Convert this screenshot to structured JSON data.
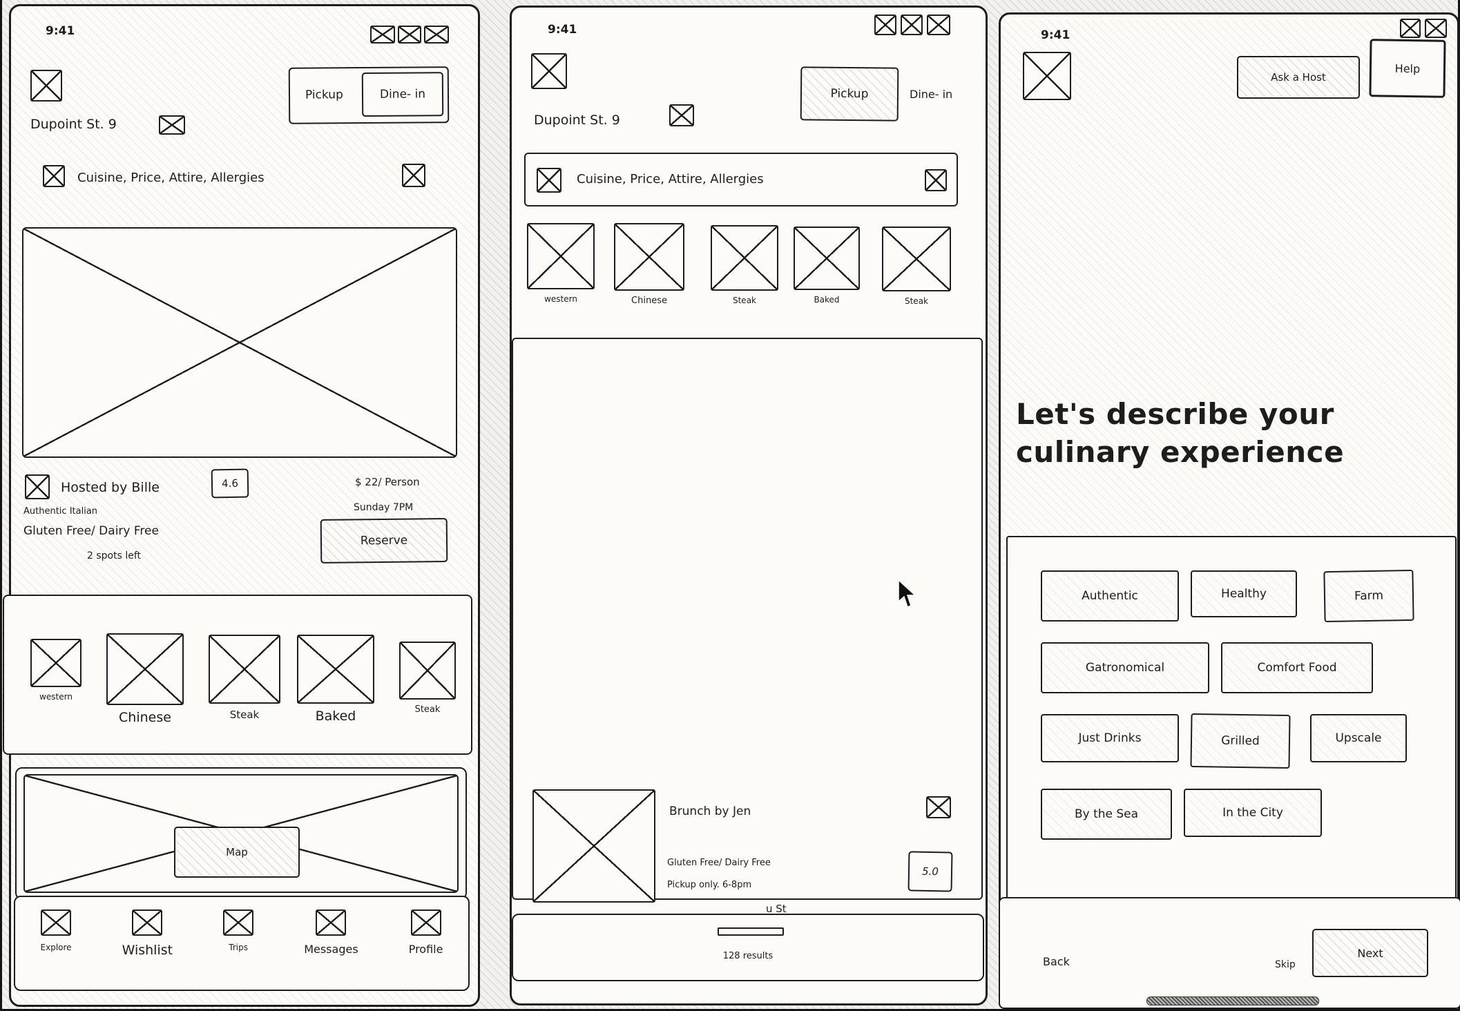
{
  "colors": {
    "ink": "#1d1d1d",
    "paper": "#fcfbf7"
  },
  "screen1": {
    "status_time": "9:41",
    "location": "Dupoint St. 9",
    "toggle_pickup": "Pickup",
    "toggle_dinein": "Dine- in",
    "search_placeholder": "Cuisine, Price, Attire, Allergies",
    "listing": {
      "host": "Hosted by Bille",
      "rating": "4.6",
      "price": "$ 22/ Person",
      "cuisine": "Authentic Italian",
      "schedule": "Sunday 7PM",
      "dietary": "Gluten Free/ Dairy Free",
      "availability": "2 spots left",
      "reserve": "Reserve"
    },
    "categories": [
      "western",
      "Chinese",
      "Steak",
      "Baked",
      "Steak"
    ],
    "map_label": "Map",
    "nav": [
      "Explore",
      "Wishlist",
      "Trips",
      "Messages",
      "Profile"
    ]
  },
  "screen2": {
    "status_time": "9:41",
    "location": "Dupoint St. 9",
    "pickup": "Pickup",
    "dinein": "Dine- in",
    "search_placeholder": "Cuisine, Price, Attire, Allergies",
    "categories": [
      "western",
      "Chinese",
      "Steak",
      "Baked",
      "Steak"
    ],
    "listing": {
      "title": "Brunch by Jen",
      "dietary": "Gluten Free/ Dairy Free",
      "hours": "Pickup only. 6-8pm",
      "rating": "5.0"
    },
    "street": "u St",
    "results": "128 results"
  },
  "screen3": {
    "status_time": "9:41",
    "ask_host": "Ask a Host",
    "help": "Help",
    "heading": "Let's describe your culinary experience",
    "chips": [
      [
        "Authentic",
        "Healthy",
        "Farm"
      ],
      [
        "Gatronomical",
        "Comfort Food"
      ],
      [
        "Just Drinks",
        "Grilled",
        "Upscale"
      ],
      [
        "By the Sea",
        "In the City"
      ]
    ],
    "back": "Back",
    "skip": "Skip",
    "next": "Next"
  }
}
